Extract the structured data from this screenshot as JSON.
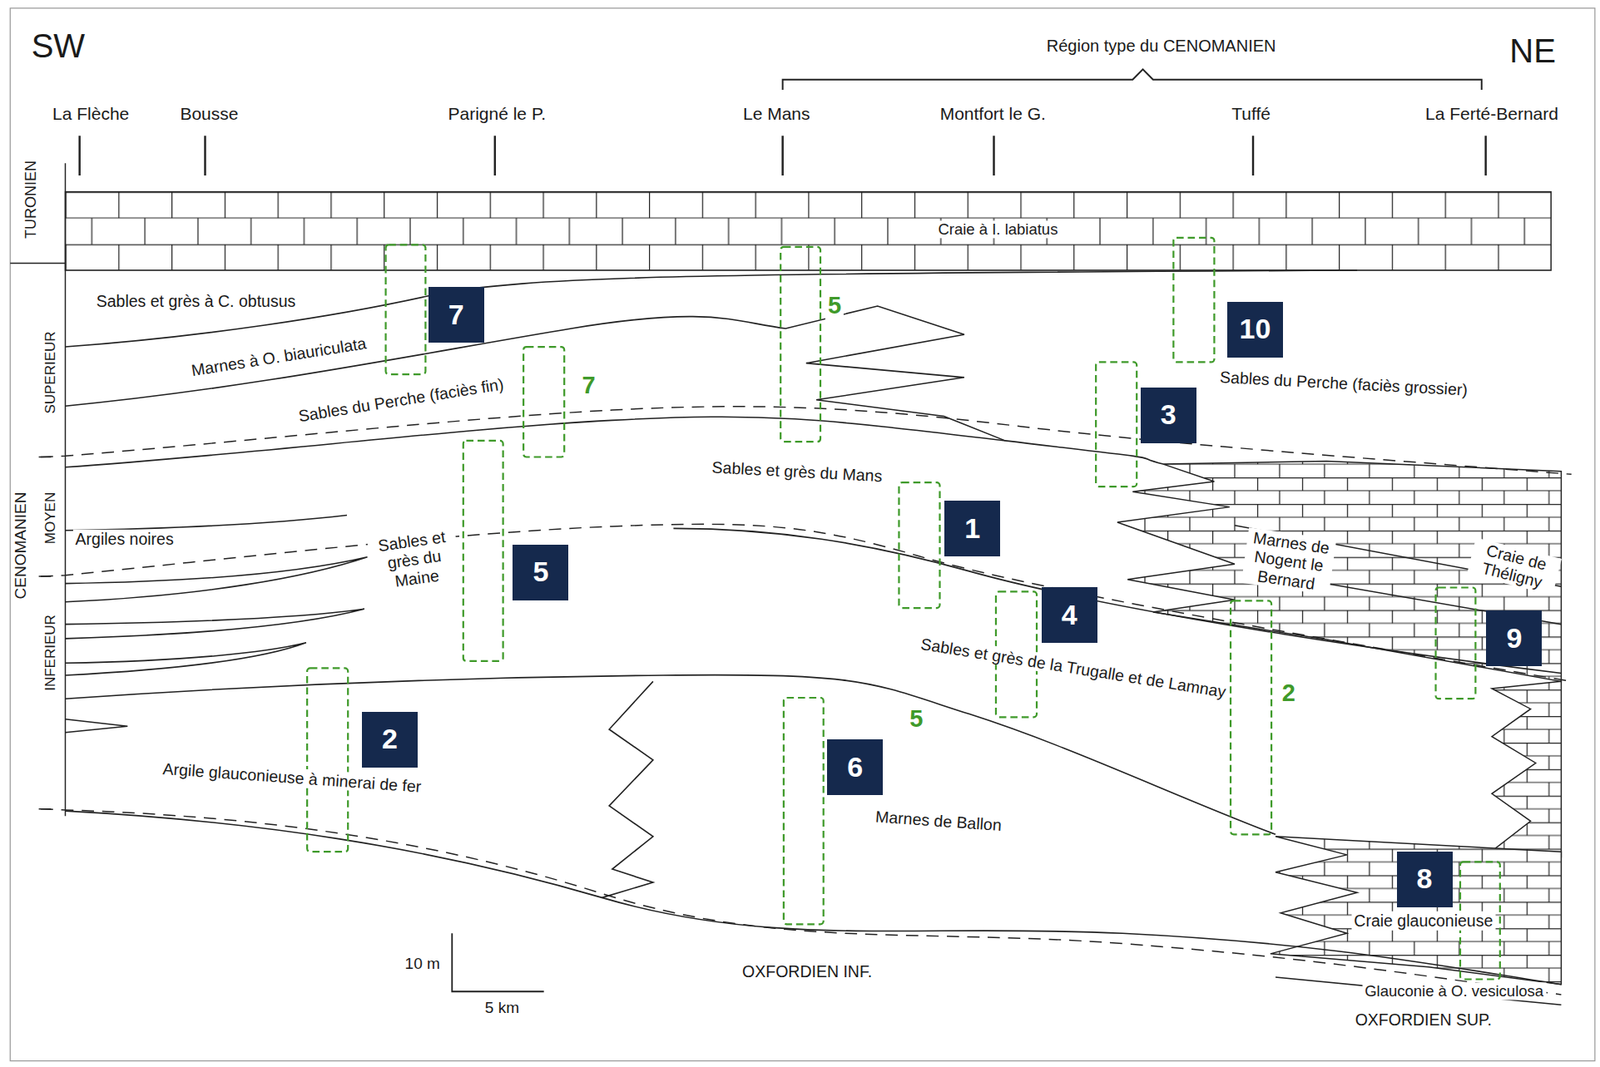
{
  "diagram": {
    "nodes": [
      {
        "text": [
          "7"
        ]
      },
      {
        "text": [
          "10"
        ]
      },
      {
        "text": [
          "3"
        ]
      },
      {
        "text": [
          "1"
        ]
      },
      {
        "text": [
          "5"
        ]
      },
      {
        "text": [
          "4"
        ]
      },
      {
        "text": [
          "9"
        ]
      },
      {
        "text": [
          "2"
        ]
      },
      {
        "text": [
          "6"
        ]
      },
      {
        "text": [
          "8"
        ]
      }
    ],
    "labels": [
      "SW",
      "NE",
      "Région type du CENOMANIEN",
      "La Flèche",
      "Bousse",
      "Parigné le P.",
      "Le Mans",
      "Montfort le G.",
      "Tuffé",
      "La Ferté-Bernard",
      "TURONIEN",
      "CENOMANIEN",
      "SUPERIEUR",
      "MOYEN",
      "INFERIEUR",
      "Craie à I. labiatus",
      "Sables et grès à C. obtusus",
      "Marnes à O. biauriculata",
      "Sables du Perche (faciès fin)",
      "Sables du Perche (faciès grossier)",
      "Sables et grès du Mans",
      "Argiles noires",
      "Sables et grès du Maine",
      "Marnes de Nogent le Bernard",
      "Craie de Théligny",
      "Sables et grès de la Trugalle et de Lamnay",
      "Argile glauconieuse à minerai de fer",
      "Marnes de Ballon",
      "Craie glauconieuse",
      "Glauconie à O. vesiculosa",
      "OXFORDIEN INF.",
      "OXFORDIEN SUP.",
      "10 m",
      "5 km",
      "5",
      "7",
      "2",
      "5"
    ]
  }
}
